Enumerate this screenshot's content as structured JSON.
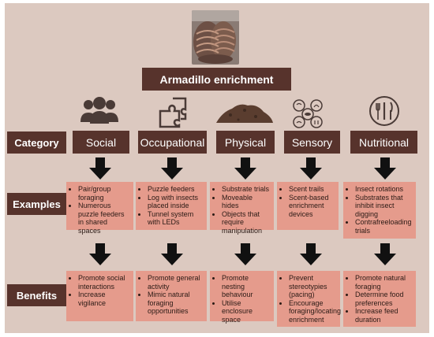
{
  "title": "Armadillo enrichment",
  "row_labels": {
    "category": "Category",
    "examples": "Examples",
    "benefits": "Benefits"
  },
  "columns": [
    {
      "category": "Social",
      "icon": "group-people-icon",
      "examples": [
        "Pair/group foraging",
        "Numerous puzzle feeders in shared spaces"
      ],
      "benefits": [
        "Promote social interactions",
        "Increase vigilance"
      ]
    },
    {
      "category": "Occupational",
      "icon": "puzzle-pieces-icon",
      "examples": [
        "Puzzle feeders",
        "Log with insects placed inside",
        "Tunnel system with LEDs"
      ],
      "benefits": [
        "Promote general activity",
        "Mimic natural foraging opportunities"
      ]
    },
    {
      "category": "Physical",
      "icon": "soil-pile-icon",
      "examples": [
        "Substrate trials",
        "Moveable hides",
        "Objects that require manipulation"
      ],
      "benefits": [
        "Promote nesting behaviour",
        "Utilise enclosure space"
      ]
    },
    {
      "category": "Sensory",
      "icon": "senses-icon",
      "examples": [
        "Scent trails",
        "Scent-based enrichment devices"
      ],
      "benefits": [
        "Prevent stereotypies (pacing)",
        "Encourage foraging/locating enrichment"
      ]
    },
    {
      "category": "Nutritional",
      "icon": "plate-cutlery-icon",
      "examples": [
        "Insect rotations",
        "Substrates that inhibit insect digging",
        "Contrafreeloading trials"
      ],
      "benefits": [
        "Promote natural foraging",
        "Determine food preferences",
        "Increase feed duration"
      ]
    }
  ],
  "colors": {
    "dark_brown": "#57332c",
    "panel": "#dcc9c0",
    "salmon": "#e59b8c",
    "arrow": "#111111"
  }
}
